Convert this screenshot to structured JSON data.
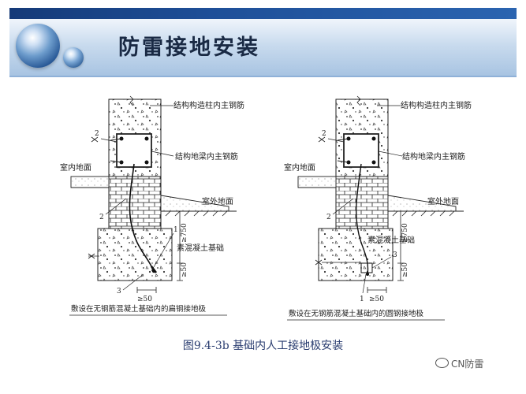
{
  "slide": {
    "title": "防雷接地安装",
    "figure_caption": "图9.4-3b   基础内人工接地极安装",
    "watermark": "CN防雷"
  },
  "diagram_left": {
    "labels": {
      "column_rebar": "结构构造柱内主钢筋",
      "beam_rebar": "结构地梁内主钢筋",
      "indoor_floor": "室内地面",
      "outdoor_ground": "室外地面",
      "foundation": "素混凝土基础",
      "num_2a": "2",
      "num_2b": "2",
      "num_1": "1",
      "num_3": "3",
      "dim_750": "≥750",
      "dim_50v": "≥50",
      "dim_50h": "≥50"
    },
    "caption": "敷设在无钢筋混凝土基础内的扁钢接地极"
  },
  "diagram_right": {
    "labels": {
      "column_rebar": "结构构造柱内主钢筋",
      "beam_rebar": "结构地梁内主钢筋",
      "indoor_floor": "室内地面",
      "outdoor_ground": "室外地面",
      "foundation": "素混凝土基础",
      "num_2a": "2",
      "num_2b": "2",
      "num_1": "1",
      "num_3": "3",
      "dim_750": "≥750",
      "dim_50v": "≥50",
      "dim_50h": "≥50"
    },
    "caption": "敷设在无钢筋混凝土基础内的圆钢接地极"
  },
  "colors": {
    "title_bar_dark": "#153a78",
    "header_gradient_light": "#f0f5fb",
    "header_gradient_dark": "#a8c4e2",
    "caption_text": "#2a3d70"
  }
}
